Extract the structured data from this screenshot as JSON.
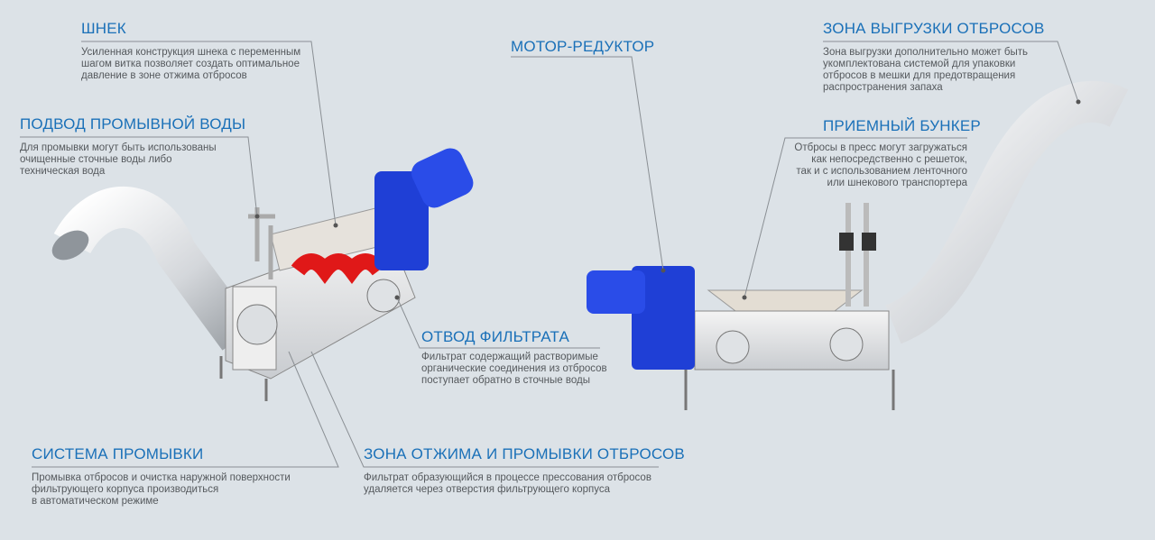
{
  "callouts": {
    "shnek": {
      "title": "ШНЕК",
      "text": "Усиленная конструкция шнека с переменным\nшагом витка позволяет создать оптимальное\nдавление в зоне отжима отбросов"
    },
    "water_supply": {
      "title": "ПОДВОД ПРОМЫВНОЙ ВОДЫ",
      "text": "Для промывки могут быть использованы\nочищенные сточные воды либо\nтехническая вода"
    },
    "motor": {
      "title": "МОТОР-РЕДУКТОР"
    },
    "unload_zone": {
      "title": "ЗОНА ВЫГРУЗКИ ОТБРОСОВ",
      "text": "Зона выгрузки дополнительно может быть\nукомплектована системой для упаковки\nотбросов в мешки для предотвращения\nраспространения запаха"
    },
    "hopper": {
      "title": "ПРИЕМНЫЙ БУНКЕР",
      "text": "Отбросы в пресс могут загружаться\nкак непосредственно с решеток,\nтак и с использованием ленточного\nили шнекового транспортера"
    },
    "filtrate": {
      "title": "ОТВОД ФИЛЬТРАТА",
      "text": "Фильтрат содержащий растворимые\nорганические соединения из отбросов\nпоступает обратно в сточные воды"
    },
    "wash_system": {
      "title": "СИСТЕМА ПРОМЫВКИ",
      "text": "Промывка отбросов и очистка наружной поверхности\nфильтрующего корпуса производиться\nв автоматическом режиме"
    },
    "press_zone": {
      "title": "ЗОНА ОТЖИМА И ПРОМЫВКИ ОТБРОСОВ",
      "text": "Фильтрат образующийся в процессе прессования отбросов\nудаляется через отверстия фильтрующего корпуса"
    }
  },
  "colors": {
    "title": "#1a70b8",
    "text": "#55595d",
    "motor": "#1f3fd6",
    "screw": "#e01818",
    "background": "#dce2e7"
  }
}
